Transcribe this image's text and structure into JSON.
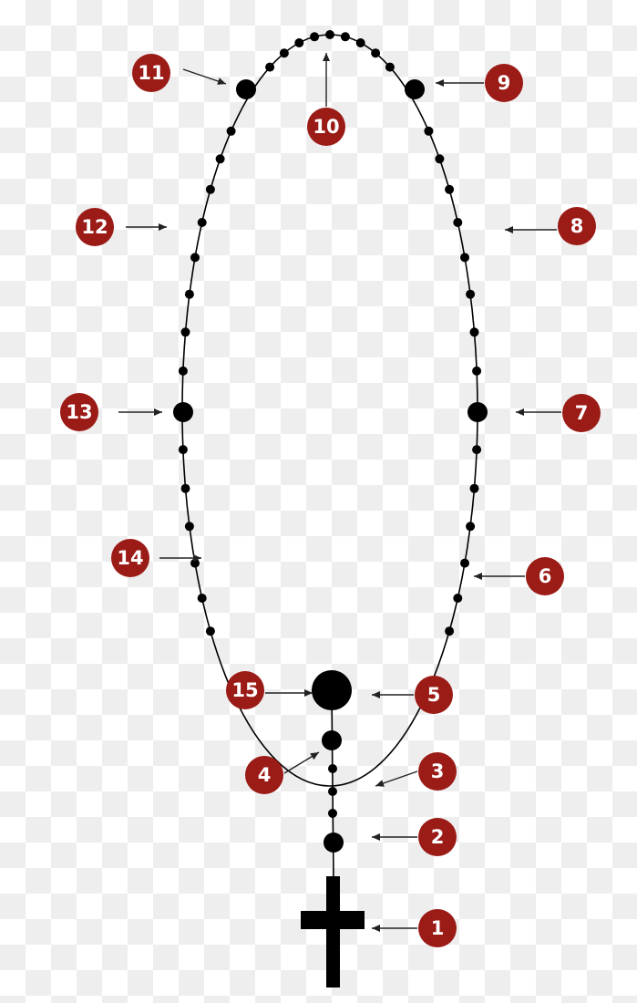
{
  "diagram": {
    "colors": {
      "badge": "#9b1b16",
      "badge_text": "#ffffff",
      "beads": "#000000",
      "background_checker": "#eeeeee"
    },
    "labels": [
      {
        "id": "label-1",
        "text": "1",
        "part": "crucifix"
      },
      {
        "id": "label-2",
        "text": "2",
        "part": "first-large-bead"
      },
      {
        "id": "label-3",
        "text": "3",
        "part": "three-small-beads"
      },
      {
        "id": "label-4",
        "text": "4",
        "part": "second-large-bead"
      },
      {
        "id": "label-5",
        "text": "5",
        "part": "centerpiece"
      },
      {
        "id": "label-6",
        "text": "6",
        "part": "decade-1"
      },
      {
        "id": "label-7",
        "text": "7",
        "part": "large-bead-right"
      },
      {
        "id": "label-8",
        "text": "8",
        "part": "decade-2"
      },
      {
        "id": "label-9",
        "text": "9",
        "part": "large-bead-top-right"
      },
      {
        "id": "label-10",
        "text": "10",
        "part": "decade-3"
      },
      {
        "id": "label-11",
        "text": "11",
        "part": "large-bead-top-left"
      },
      {
        "id": "label-12",
        "text": "12",
        "part": "decade-4"
      },
      {
        "id": "label-13",
        "text": "13",
        "part": "large-bead-left"
      },
      {
        "id": "label-14",
        "text": "14",
        "part": "decade-5"
      },
      {
        "id": "label-15",
        "text": "15",
        "part": "centerpiece-return"
      }
    ]
  }
}
